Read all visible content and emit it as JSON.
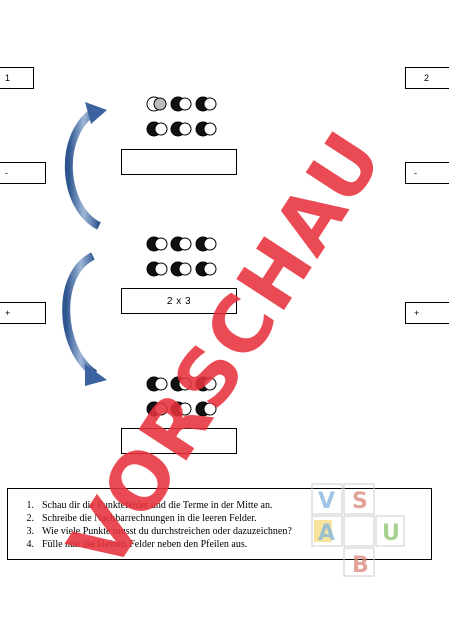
{
  "left_boxes": [
    "1",
    "-",
    "+"
  ],
  "right_boxes": [
    "2",
    "-",
    "+"
  ],
  "term_boxes": [
    "",
    "2 x 3",
    ""
  ],
  "instructions": [
    {
      "num": "1.",
      "text": "Schau dir die Punktefelder und die Terme in der Mitte an."
    },
    {
      "num": "2.",
      "text": "Schreibe die Nachbarrechnungen in die leeren Felder."
    },
    {
      "num": "3.",
      "text": "Wie viele Punkte musst du durchstreichen oder dazuzeichnen?"
    },
    {
      "num": "4.",
      "text": "Fülle nun die kleinen Felder neben den Pfeilen aus."
    }
  ],
  "watermark_text": "VORSCHAU",
  "logo_letters": [
    "V",
    "S",
    "A",
    "U",
    "B"
  ],
  "colors": {
    "watermark": "#e8323c",
    "arrow": "#5b7fb3",
    "logo_blue": "#7fb3de",
    "logo_red": "#d9857a",
    "logo_green": "#8cc46e",
    "logo_yellow": "#f2d35c"
  }
}
